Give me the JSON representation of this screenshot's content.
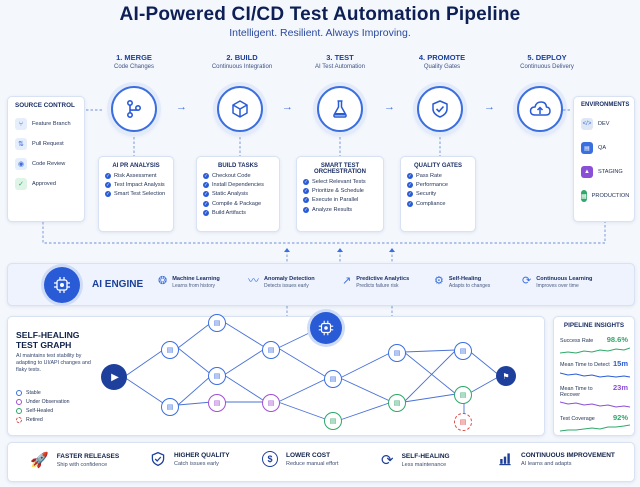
{
  "header": {
    "title": "AI-Powered CI/CD Test Automation Pipeline",
    "subtitle": "Intelligent. Resilient. Always Improving."
  },
  "stages": [
    {
      "label": "1. MERGE",
      "sub": "Code Changes",
      "icon": "merge-icon"
    },
    {
      "label": "2. BUILD",
      "sub": "Continuous Integration",
      "icon": "cube-icon"
    },
    {
      "label": "3. TEST",
      "sub": "AI Test Automation",
      "icon": "flask-icon"
    },
    {
      "label": "4. PROMOTE",
      "sub": "Quality Gates",
      "icon": "shield-check-icon"
    },
    {
      "label": "5. DEPLOY",
      "sub": "Continuous Delivery",
      "icon": "cloud-upload-icon"
    }
  ],
  "source_control": {
    "title": "SOURCE CONTROL",
    "items": [
      {
        "label": "Feature Branch",
        "icon": "branch-icon"
      },
      {
        "label": "Pull Request",
        "icon": "pull-request-icon"
      },
      {
        "label": "Code Review",
        "icon": "review-icon"
      },
      {
        "label": "Approved",
        "icon": "check-icon"
      }
    ]
  },
  "environments": {
    "title": "ENVIRONMENTS",
    "items": [
      {
        "label": "DEV",
        "color": "#8aa6d6"
      },
      {
        "label": "QA",
        "color": "#3b6fe0"
      },
      {
        "label": "STAGING",
        "color": "#8a4fd6"
      },
      {
        "label": "PRODUCTION",
        "color": "#2fa86a"
      }
    ]
  },
  "panels": [
    {
      "title": "AI PR ANALYSIS",
      "items": [
        "Risk Assessment",
        "Test Impact Analysis",
        "Smart Test Selection"
      ]
    },
    {
      "title": "BUILD TASKS",
      "items": [
        "Checkout Code",
        "Install Dependencies",
        "Static Analysis",
        "Compile & Package",
        "Build Artifacts"
      ]
    },
    {
      "title": "SMART TEST ORCHESTRATION",
      "items": [
        "Select Relevant Tests",
        "Prioritize & Schedule",
        "Execute in Parallel",
        "Analyze Results"
      ]
    },
    {
      "title": "QUALITY GATES",
      "items": [
        "Pass Rate",
        "Performance",
        "Security",
        "Compliance"
      ]
    }
  ],
  "ai_engine": {
    "title": "AI ENGINE",
    "features": [
      {
        "title": "Machine Learning",
        "sub": "Learns from history",
        "icon": "brain-icon"
      },
      {
        "title": "Anomaly Detection",
        "sub": "Detects issues early",
        "icon": "pulse-icon"
      },
      {
        "title": "Predictive Analytics",
        "sub": "Predicts failure risk",
        "icon": "chart-up-icon"
      },
      {
        "title": "Self-Healing",
        "sub": "Adapts to changes",
        "icon": "gear-icon"
      },
      {
        "title": "Continuous Learning",
        "sub": "Improves over time",
        "icon": "refresh-icon"
      }
    ]
  },
  "graph": {
    "title_line1": "SELF-HEALING",
    "title_line2": "TEST GRAPH",
    "description": "AI maintains test stability by adapting to UI/API changes and flaky tests.",
    "legend": [
      {
        "label": "Stable",
        "color": "#3b6fe0"
      },
      {
        "label": "Under Observation",
        "color": "#a34fd6"
      },
      {
        "label": "Self-Healed",
        "color": "#2fa86a"
      },
      {
        "label": "Retired",
        "color": "#e04848"
      }
    ]
  },
  "insights": {
    "title": "PIPELINE INSIGHTS",
    "rows": [
      {
        "label": "Success Rate",
        "value": "98.6%",
        "color": "#2fa86a"
      },
      {
        "label": "Mean Time to Detect",
        "value": "15m",
        "color": "#2a5bd7"
      },
      {
        "label": "Mean Time to Recover",
        "value": "23m",
        "color": "#8a4fd6"
      },
      {
        "label": "Test Coverage",
        "value": "92%",
        "color": "#2fa86a"
      }
    ]
  },
  "benefits": [
    {
      "title": "FASTER RELEASES",
      "sub": "Ship with confidence",
      "icon": "rocket-icon"
    },
    {
      "title": "HIGHER QUALITY",
      "sub": "Catch issues early",
      "icon": "shield-check-icon"
    },
    {
      "title": "LOWER COST",
      "sub": "Reduce manual effort",
      "icon": "dollar-icon"
    },
    {
      "title": "SELF-HEALING",
      "sub": "Less maintenance",
      "icon": "sync-icon"
    },
    {
      "title": "CONTINUOUS IMPROVEMENT",
      "sub": "AI learns and adapts",
      "icon": "bar-chart-icon"
    }
  ]
}
